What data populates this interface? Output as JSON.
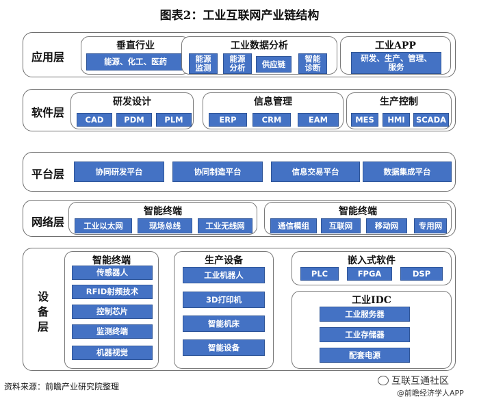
{
  "title": "图表2：工业互联网产业链结构",
  "source": "资料来源：前瞻产业研究院整理",
  "watermark": {
    "line1": "互联互通社区",
    "line2": "@前瞻经济学人APP"
  },
  "colors": {
    "item_bg": "#4472c4",
    "border": "#6e6e6e"
  },
  "layers": {
    "application": {
      "label": "应用层",
      "groups": [
        {
          "title": "垂直行业",
          "items": [
            "能源、化工、医药"
          ]
        },
        {
          "title": "工业数据分析",
          "items": [
            "能源\n监测",
            "能源\n分析",
            "供应链",
            "智能\n诊断"
          ]
        },
        {
          "title": "工业APP",
          "items": [
            "研发、生产、管理、\n服务"
          ]
        }
      ]
    },
    "software": {
      "label": "软件层",
      "groups": [
        {
          "title": "研发设计",
          "items": [
            "CAD",
            "PDM",
            "PLM"
          ]
        },
        {
          "title": "信息管理",
          "items": [
            "ERP",
            "CRM",
            "EAM"
          ]
        },
        {
          "title": "生产控制",
          "items": [
            "MES",
            "HMI",
            "SCADA"
          ]
        }
      ]
    },
    "platform": {
      "label": "平台层",
      "items": [
        "协同研发平台",
        "协同制造平台",
        "信息交易平台",
        "数据集成平台"
      ]
    },
    "network": {
      "label": "网络层",
      "groups": [
        {
          "title": "智能终端",
          "items": [
            "工业以太网",
            "现场总线",
            "工业无线网"
          ]
        },
        {
          "title": "智能终端",
          "items": [
            "通信模组",
            "互联网",
            "移动网",
            "专用网"
          ]
        }
      ]
    },
    "device": {
      "label": "设\n备\n层",
      "groups": [
        {
          "title": "智能终端",
          "items": [
            "传感器人",
            "RFID射频技术",
            "控制芯片",
            "监测终端",
            "机器视觉"
          ]
        },
        {
          "title": "生产设备",
          "items": [
            "工业机器人",
            "3D打印机",
            "智能机床",
            "智能设备"
          ]
        },
        {
          "title": "嵌入式软件",
          "items": [
            "PLC",
            "FPGA",
            "DSP"
          ]
        },
        {
          "title": "工业IDC",
          "items": [
            "工业服务器",
            "工业存储器",
            "配套电源"
          ]
        }
      ]
    }
  }
}
